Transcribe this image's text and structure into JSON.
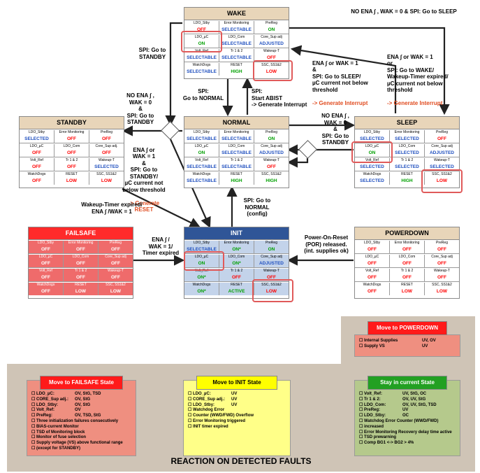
{
  "colors": {
    "red_header": "#ff2a2a",
    "red_cell": "#ef6b6b",
    "blue_init": "#2f5597",
    "blue_cell": "#c3d3ea",
    "tan_header": "#e8d5b9",
    "footer_bg": "#cfc4b6",
    "arrow": "#222222",
    "off": "#ff0000",
    "on": "#00a000",
    "selectable": "#1f4fbf",
    "highlight": "#e05a5a",
    "interrupt": "#e04b1f"
  },
  "states": {
    "wake": {
      "title": "WAKE",
      "cells": [
        {
          "n": "LDO_Stby",
          "v": "OFF",
          "c": "off"
        },
        {
          "n": "Error Monitoring",
          "v": "SELECTABLE",
          "c": "sel"
        },
        {
          "n": "PreReg",
          "v": "ON",
          "c": "on"
        },
        {
          "n": "LDO_µC",
          "v": "ON",
          "c": "on"
        },
        {
          "n": "LDO_Com",
          "v": "SELECTABLE",
          "c": "sel"
        },
        {
          "n": "Core_Sup adj",
          "v": "ADJUSTED",
          "c": "sel"
        },
        {
          "n": "Volt_Ref",
          "v": "SELECTABLE",
          "c": "sel"
        },
        {
          "n": "Tr 1 & 2",
          "v": "SELECTABLE",
          "c": "sel"
        },
        {
          "n": "Wakeup-T",
          "v": "OFF",
          "c": "off"
        },
        {
          "n": "WatchDogs",
          "v": "SELECTABLE",
          "c": "sel"
        },
        {
          "n": "RESET",
          "v": "HIGH",
          "c": "on"
        },
        {
          "n": "SSC, SS1&2",
          "v": "LOW",
          "c": "off"
        }
      ]
    },
    "standby": {
      "title": "STANDBY",
      "cells": [
        {
          "n": "LDO_Stby",
          "v": "SELECTED",
          "c": "sel"
        },
        {
          "n": "Error Monitoring",
          "v": "OFF",
          "c": "off"
        },
        {
          "n": "PreReg",
          "v": "OFF",
          "c": "off"
        },
        {
          "n": "LDO_µC",
          "v": "OFF",
          "c": "off"
        },
        {
          "n": "LDO_Com",
          "v": "OFF",
          "c": "off"
        },
        {
          "n": "Core_Sup adj.",
          "v": "OFF",
          "c": "off"
        },
        {
          "n": "Volt_Ref",
          "v": "OFF",
          "c": "off"
        },
        {
          "n": "Tr 1 & 2",
          "v": "OFF",
          "c": "off"
        },
        {
          "n": "Wakeup-T",
          "v": "SELECTED",
          "c": "sel"
        },
        {
          "n": "WatchDogs",
          "v": "OFF",
          "c": "off"
        },
        {
          "n": "RESET",
          "v": "LOW",
          "c": "off"
        },
        {
          "n": "SSC, SS1&2",
          "v": "LOW",
          "c": "off"
        }
      ]
    },
    "normal": {
      "title": "NORMAL",
      "cells": [
        {
          "n": "LDO_Stby",
          "v": "SELECTABLE",
          "c": "sel"
        },
        {
          "n": "Error Monitoring",
          "v": "SELECTABLE",
          "c": "sel"
        },
        {
          "n": "PreReg",
          "v": "ON",
          "c": "on"
        },
        {
          "n": "LDO_µC",
          "v": "ON",
          "c": "on"
        },
        {
          "n": "LDO_Com",
          "v": "SELECTABLE",
          "c": "sel"
        },
        {
          "n": "Core_Sup adj",
          "v": "ADJUSTED",
          "c": "sel"
        },
        {
          "n": "Volt_Ref",
          "v": "SELECTABLE",
          "c": "sel"
        },
        {
          "n": "Tr 1 & 2",
          "v": "SELECTABLE",
          "c": "sel"
        },
        {
          "n": "Wakeup-T",
          "v": "OFF",
          "c": "off"
        },
        {
          "n": "WatchDogs",
          "v": "SELECTABLE",
          "c": "sel"
        },
        {
          "n": "RESET",
          "v": "HIGH",
          "c": "on"
        },
        {
          "n": "SSC, SS1&2",
          "v": "HIGH",
          "c": "on"
        }
      ]
    },
    "sleep": {
      "title": "SLEEP",
      "cells": [
        {
          "n": "LDO_Stby",
          "v": "SELECTED",
          "c": "sel"
        },
        {
          "n": "Error Monitoring",
          "v": "SELECTED",
          "c": "sel"
        },
        {
          "n": "PreReg",
          "v": "OFF",
          "c": "off"
        },
        {
          "n": "LDO_µC",
          "v": "ON",
          "c": "on"
        },
        {
          "n": "LDO_Com",
          "v": "SELECTED",
          "c": "sel"
        },
        {
          "n": "Core_Sup adj",
          "v": "ADJUSTED",
          "c": "sel"
        },
        {
          "n": "Volt_Ref",
          "v": "SELECTED",
          "c": "sel"
        },
        {
          "n": "Tr 1 & 2",
          "v": "SELECTED",
          "c": "sel"
        },
        {
          "n": "Wakeup-T",
          "v": "SELECTED",
          "c": "sel"
        },
        {
          "n": "WatchDogs",
          "v": "SELECTED",
          "c": "sel"
        },
        {
          "n": "RESET",
          "v": "HIGH",
          "c": "on"
        },
        {
          "n": "SSC, SS1&2",
          "v": "LOW",
          "c": "off"
        }
      ]
    },
    "failsafe": {
      "title": "FAILSAFE",
      "cells": [
        {
          "n": "LDO_Stby",
          "v": "OFF",
          "c": "w"
        },
        {
          "n": "Error Monitoring",
          "v": "OFF",
          "c": "w"
        },
        {
          "n": "PreReg",
          "v": "OFF",
          "c": "w"
        },
        {
          "n": "LDO_µC",
          "v": "OFF",
          "c": "w"
        },
        {
          "n": "LDO_Com",
          "v": "OFF",
          "c": "w"
        },
        {
          "n": "Core_Sup adj",
          "v": "OFF",
          "c": "w"
        },
        {
          "n": "Volt_Ref",
          "v": "OFF",
          "c": "w"
        },
        {
          "n": "Tr 1 & 2",
          "v": "OFF",
          "c": "w"
        },
        {
          "n": "Wakeup-T",
          "v": "OFF",
          "c": "w"
        },
        {
          "n": "WatchDogs",
          "v": "OFF",
          "c": "w"
        },
        {
          "n": "RESET",
          "v": "LOW",
          "c": "w"
        },
        {
          "n": "SSC, SS1&2",
          "v": "LOW",
          "c": "w"
        }
      ]
    },
    "init": {
      "title": "INIT",
      "cells": [
        {
          "n": "LDO_Stby",
          "v": "SELECTABLE",
          "c": "sel"
        },
        {
          "n": "Error Monitoring",
          "v": "ON*",
          "c": "on"
        },
        {
          "n": "PreReg",
          "v": "ON",
          "c": "on"
        },
        {
          "n": "LDO_µC",
          "v": "ON",
          "c": "on"
        },
        {
          "n": "LDO_Com",
          "v": "ON*",
          "c": "on"
        },
        {
          "n": "Core_Sup adj",
          "v": "ADJUSTED",
          "c": "sel"
        },
        {
          "n": "Volt_Ref",
          "v": "ON*",
          "c": "on"
        },
        {
          "n": "Tr 1 & 2",
          "v": "OFF",
          "c": "off"
        },
        {
          "n": "Wakeup-T",
          "v": "OFF",
          "c": "off"
        },
        {
          "n": "WatchDogs",
          "v": "ON*",
          "c": "on"
        },
        {
          "n": "RESET",
          "v": "ACTIVE",
          "c": "on"
        },
        {
          "n": "SSC, SS1&2",
          "v": "LOW",
          "c": "off"
        }
      ]
    },
    "powerdown": {
      "title": "POWERDOWN",
      "cells": [
        {
          "n": "LDO_Stby",
          "v": "OFF",
          "c": "off"
        },
        {
          "n": "Error Monitoring",
          "v": "OFF",
          "c": "off"
        },
        {
          "n": "PreReg",
          "v": "OFF",
          "c": "off"
        },
        {
          "n": "LDO_µC",
          "v": "OFF",
          "c": "off"
        },
        {
          "n": "LDO_Com",
          "v": "OFF",
          "c": "off"
        },
        {
          "n": "Core_Sup adj",
          "v": "OFF",
          "c": "off"
        },
        {
          "n": "Volt_Ref",
          "v": "OFF",
          "c": "off"
        },
        {
          "n": "Tr 1 & 2",
          "v": "OFF",
          "c": "off"
        },
        {
          "n": "Wakeup-T",
          "v": "OFF",
          "c": "off"
        },
        {
          "n": "WatchDogs",
          "v": "OFF",
          "c": "off"
        },
        {
          "n": "RESET",
          "v": "LOW",
          "c": "off"
        },
        {
          "n": "SSC, SS1&2",
          "v": "LOW",
          "c": "off"
        }
      ]
    }
  },
  "labels": {
    "wake_to_sleep_top": "NO ENA ∫ , WAK = 0 & SPI: Go to SLEEP",
    "wake_to_standby": "SPI: Go to\nSTANDBY",
    "wake_to_normal": "SPI:\nGo to NORMAL",
    "normal_to_wake": "SPI:\nStart ABIST\n-> Generate Interrupt",
    "normal_to_sleep": "ENA ∫   or WAK = 1\n&\nSPI: Go to SLEEP/\nµC current not below\nthreshold",
    "normal_to_sleep_int": "-> Generate Interrupt",
    "sleep_to_wake": "ENA ∫   or WAK = 1\nor\nSPI: Go to WAKE/\nWakeup-Timer expired/\nµC current not below\nthreshold",
    "sleep_to_wake_int": "-> Generate Interrupt",
    "normal_to_standby": "NO ENA ∫ ,\nWAK = 0\n&\nSPI: Go to\nSTANDBY",
    "standby_to_init": "ENA ∫   or\nWAK = 1\n&\nSPI: Go to\nSTANDBY/\nµC current not\nbelow threshold",
    "standby_to_init_int": "-> Generate\nRESET",
    "sleep_to_standby": "NO ENA ∫ ,\nWAK = 0\n&\nSPI: Go to\nSTANDBY",
    "standby_wakeup": "Wakeup-Timer expired/\nENA ∫ /WAK = 1",
    "failsafe_to_init": "ENA ∫  /\nWAK = 1/\nTimer expired",
    "init_to_normal": "SPI: Go to\nNORMAL\n(config)",
    "powerdown_to_init": "Power-On-Reset\n(POR) released.\n(int. supplies ok)"
  },
  "faults": {
    "powerdown": {
      "header": "Move to POWERDOWN",
      "items": [
        {
          "l": "Internal Supplies",
          "r": "UV, OV"
        },
        {
          "l": "Supply VS",
          "r": "UV"
        }
      ]
    },
    "failsafe": {
      "header": "Move to FAILSAFE State",
      "items": [
        {
          "l": "LDO_µC:",
          "r": "OV, StG, TSD"
        },
        {
          "l": "CORE_Sup adj.:",
          "r": "OV, StG"
        },
        {
          "l": "LDO_Stby:",
          "r": "OV, StG"
        },
        {
          "l": "Volt_Ref:",
          "r": "OV"
        },
        {
          "l": "PreReg:",
          "r": "OV, TSD, StG"
        },
        {
          "l": "Three initialization failures consecutively",
          "r": ""
        },
        {
          "l": "BIAS-current Monitor",
          "r": ""
        },
        {
          "l": "TSD of Monitoring block",
          "r": ""
        },
        {
          "l": "Monitor of fuse selection",
          "r": ""
        },
        {
          "l": "Supply voltage (VS) above functional range",
          "r": ""
        },
        {
          "l": "  (except for STANDBY)",
          "r": ""
        }
      ]
    },
    "init": {
      "header": "Move to INIT State",
      "items": [
        {
          "l": "LDO_µC:",
          "r": "UV"
        },
        {
          "l": "CORE_Sup adj.:",
          "r": "UV"
        },
        {
          "l": "LDO_Stby:",
          "r": "UV"
        },
        {
          "l": "Watchdog Error",
          "r": ""
        },
        {
          "l": "  Counter (WWD/FWD) Overflow",
          "r": ""
        },
        {
          "l": "Error Monitoring triggered",
          "r": ""
        },
        {
          "l": "INIT timer expired",
          "r": ""
        }
      ]
    },
    "stay": {
      "header": "Stay in current State",
      "items": [
        {
          "l": "Volt_Ref:",
          "r": "UV, StG, OC"
        },
        {
          "l": "Tr 1 & 2:",
          "r": "OV, UV, StG"
        },
        {
          "l": "LDO_Com:",
          "r": "OV, UV, StG, TSD"
        },
        {
          "l": "PreReg:",
          "r": "UV"
        },
        {
          "l": "LDO_Stby:",
          "r": "OC"
        },
        {
          "l": "Watchdog Error Counter (WWD/FWD)",
          "r": ""
        },
        {
          "l": "  increased",
          "r": ""
        },
        {
          "l": "Error Monitoring Recovery delay time active",
          "r": ""
        },
        {
          "l": "TSD prewarning",
          "r": ""
        },
        {
          "l": "Comp BG1 <-> BG2 > 4%",
          "r": ""
        }
      ]
    }
  },
  "footer": {
    "title": "REACTION ON DETECTED FAULTS"
  }
}
